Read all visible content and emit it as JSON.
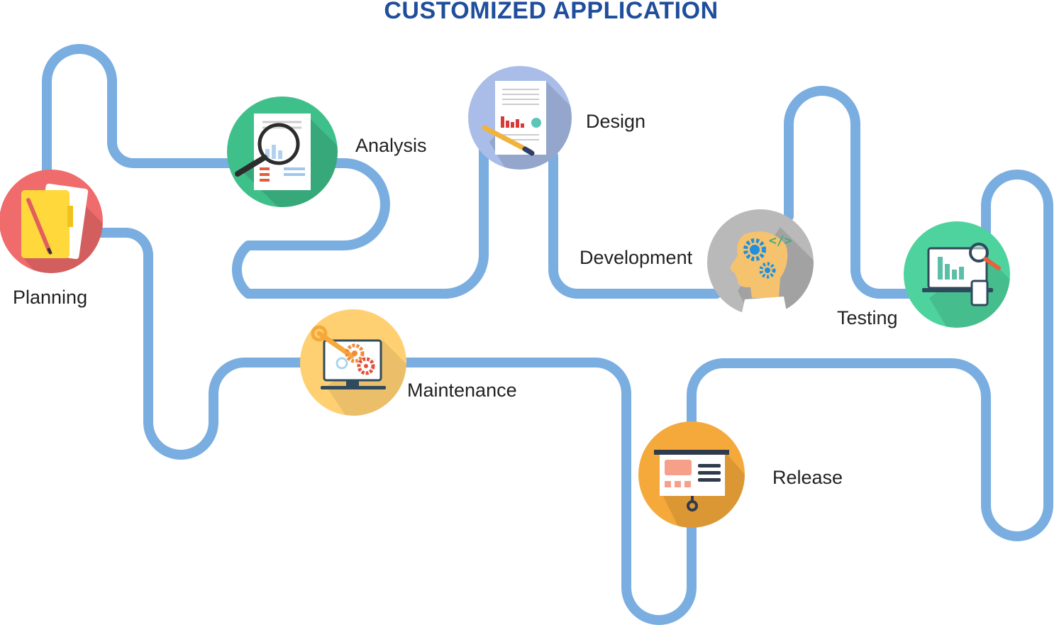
{
  "title": "CUSTOMIZED APPLICATION",
  "colors": {
    "path": "#7aaee0",
    "title": "#1f4e9c",
    "label": "#222222"
  },
  "stages": [
    {
      "id": "planning",
      "label": "Planning",
      "icon": "folder-pencil-icon",
      "color": "#f06b6b"
    },
    {
      "id": "analysis",
      "label": "Analysis",
      "icon": "document-magnifier-icon",
      "color": "#3fc08a"
    },
    {
      "id": "design",
      "label": "Design",
      "icon": "document-pen-icon",
      "color": "#a9bde8"
    },
    {
      "id": "development",
      "label": "Development",
      "icon": "head-gears-code-icon",
      "color": "#b9b9b9"
    },
    {
      "id": "testing",
      "label": "Testing",
      "icon": "monitor-magnifier-icon",
      "color": "#4fd39e"
    },
    {
      "id": "release",
      "label": "Release",
      "icon": "presentation-board-icon",
      "color": "#f5a93b"
    },
    {
      "id": "maintenance",
      "label": "Maintenance",
      "icon": "monitor-wrench-gears-icon",
      "color": "#ffd072"
    }
  ]
}
